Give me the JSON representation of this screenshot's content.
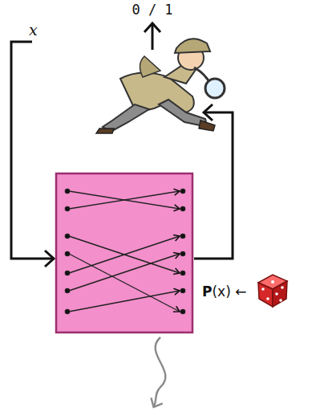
{
  "diagram": {
    "labels": [
      "0 / 1",
      "x",
      "P(x) ←"
    ]
  }
}
